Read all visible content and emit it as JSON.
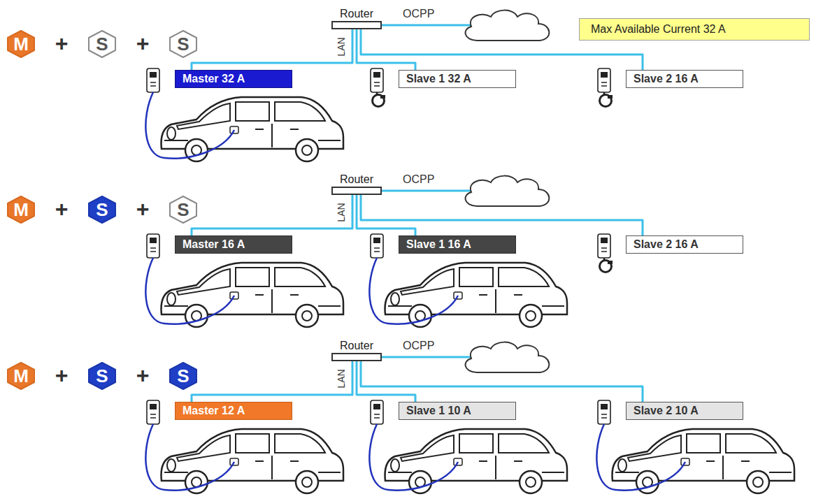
{
  "diagram": {
    "nodes": [
      {
        "text": [
          "Router"
        ]
      },
      {
        "text": [
          "Max Available Current 32 A"
        ]
      },
      {
        "text": [
          "M"
        ]
      },
      {
        "text": [
          "S"
        ]
      },
      {
        "text": [
          "S"
        ]
      },
      {
        "text": [
          "Master 32 A"
        ]
      },
      {
        "text": [
          "Slave 1 32 A"
        ]
      },
      {
        "text": [
          "Slave 2 16 A"
        ]
      },
      {
        "text": [
          "Router"
        ]
      },
      {
        "text": [
          "M"
        ]
      },
      {
        "text": [
          "S"
        ]
      },
      {
        "text": [
          "S"
        ]
      },
      {
        "text": [
          "Master 16 A"
        ]
      },
      {
        "text": [
          "Slave 1 16 A"
        ]
      },
      {
        "text": [
          "Slave 2 16 A"
        ]
      },
      {
        "text": [
          "Router"
        ]
      },
      {
        "text": [
          "M"
        ]
      },
      {
        "text": [
          "S"
        ]
      },
      {
        "text": [
          "S"
        ]
      },
      {
        "text": [
          "Master 12 A"
        ]
      },
      {
        "text": [
          "Slave 1 10 A"
        ]
      },
      {
        "text": [
          "Slave 2 10 A"
        ]
      }
    ],
    "edges": [
      {
        "from": 0,
        "to": 5,
        "arrow": "none"
      },
      {
        "from": 0,
        "to": 6,
        "arrow": "none"
      },
      {
        "from": 0,
        "to": 7,
        "arrow": "none"
      },
      {
        "from": 8,
        "to": 12,
        "arrow": "none"
      },
      {
        "from": 8,
        "to": 13,
        "arrow": "none"
      },
      {
        "from": 8,
        "to": 14,
        "arrow": "none"
      },
      {
        "from": 15,
        "to": 19,
        "arrow": "none"
      },
      {
        "from": 15,
        "to": 20,
        "arrow": "none"
      },
      {
        "from": 15,
        "to": 21,
        "arrow": "none"
      }
    ],
    "labels": [
      "OCPP",
      "+",
      "+",
      "LAN",
      "OCPP",
      "+",
      "+",
      "LAN",
      "OCPP",
      "+",
      "+",
      "LAN"
    ]
  }
}
